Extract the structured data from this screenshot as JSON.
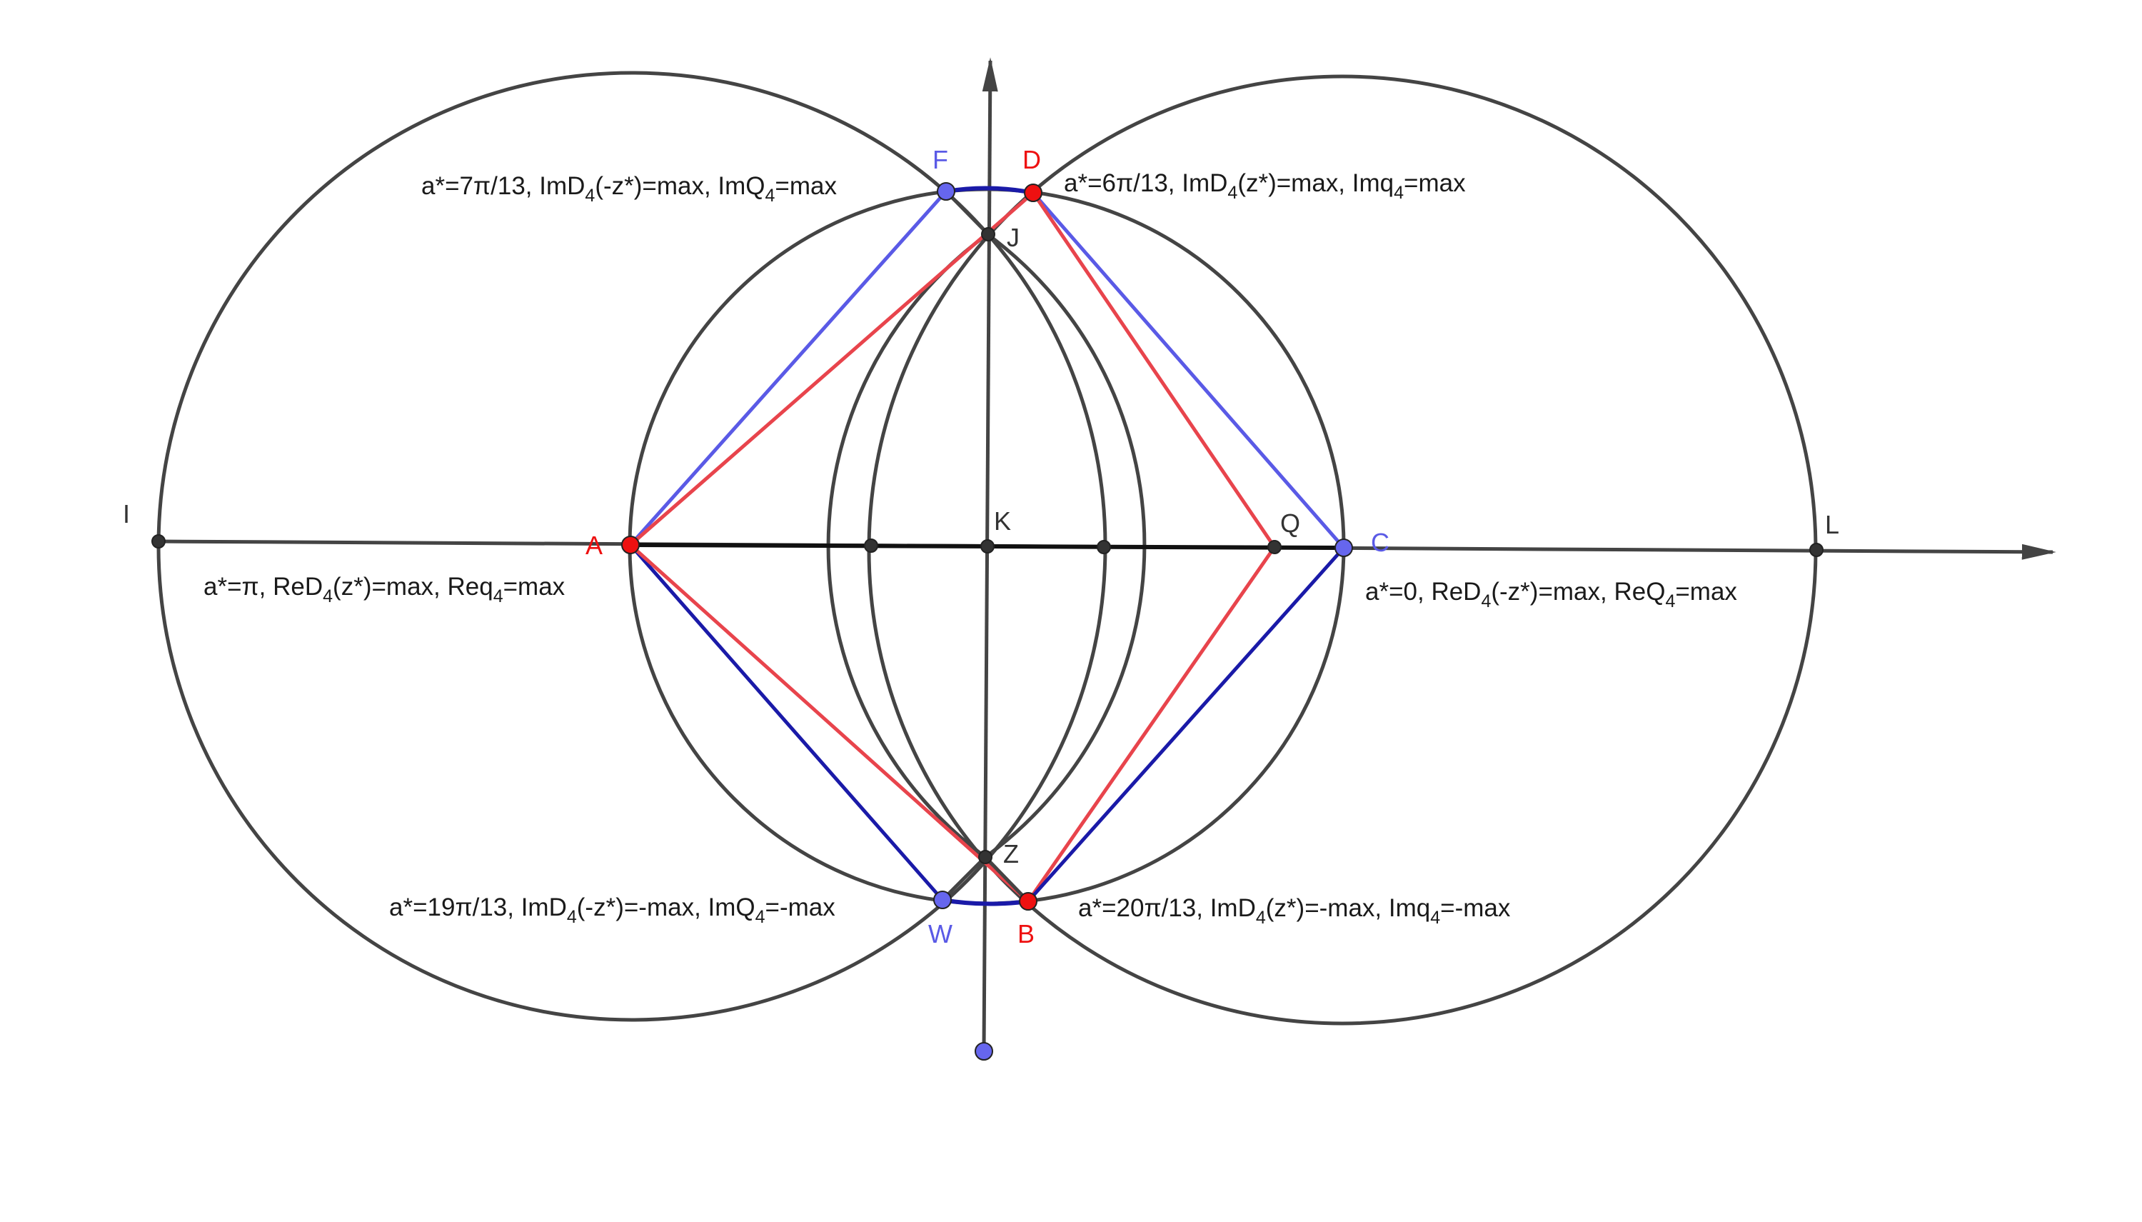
{
  "colors": {
    "stroke_dark": "#444444",
    "red": "#e8444c",
    "blue": "#5a5ae6",
    "navy": "#1a1aa8",
    "point_red": "#ee1111",
    "point_blue": "#6666ee",
    "point_dark": "#333333"
  },
  "points": {
    "F": "F",
    "D": "D",
    "J": "J",
    "I": "I",
    "A": "A",
    "K": "K",
    "Q": "Q",
    "C": "C",
    "L": "L",
    "Z": "Z",
    "W": "W",
    "B": "B"
  },
  "annotations": {
    "D": {
      "main": "a*=6π/13, ImD",
      "s1": "4",
      "t1": "(z*)=max, Imq",
      "s2": "4",
      "t2": "=max"
    },
    "F": {
      "main": "a*=7π/13, ImD",
      "s1": "4",
      "t1": "(-z*)=max, ImQ",
      "s2": "4",
      "t2": "=max"
    },
    "A": {
      "main": "a*=π, ReD",
      "s1": "4",
      "t1": "(z*)=max, Req",
      "s2": "4",
      "t2": "=max"
    },
    "C": {
      "main": "a*=0, ReD",
      "s1": "4",
      "t1": "(-z*)=max, ReQ",
      "s2": "4",
      "t2": "=max"
    },
    "W": {
      "main": "a*=19π/13, ImD",
      "s1": "4",
      "t1": "(-z*)=-max, ImQ",
      "s2": "4",
      "t2": "=-max"
    },
    "B": {
      "main": "a*=20π/13, ImD",
      "s1": "4",
      "t1": "(z*)=-max, Imq",
      "s2": "4",
      "t2": "=-max"
    }
  }
}
